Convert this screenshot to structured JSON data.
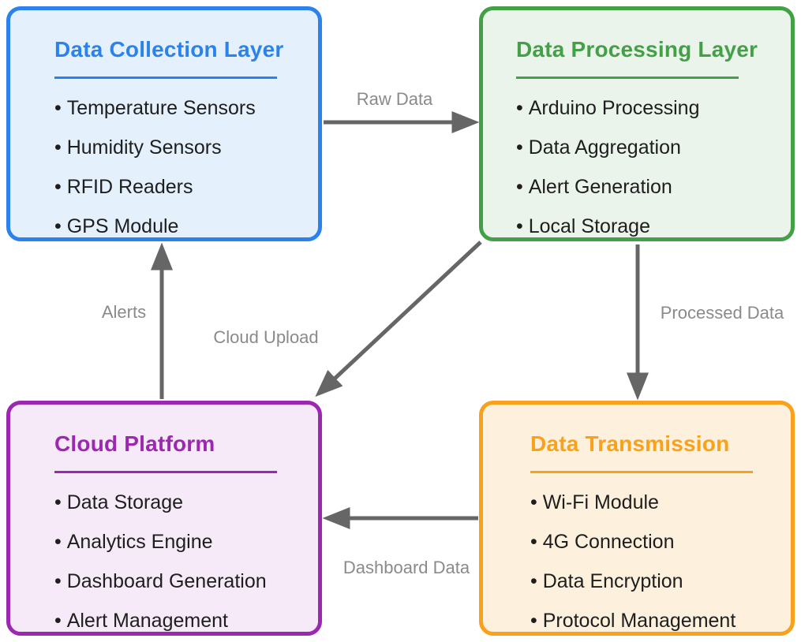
{
  "diagram": {
    "boxes": [
      {
        "title": "Data Collection Layer",
        "items": [
          "Temperature Sensors",
          "Humidity Sensors",
          "RFID Readers",
          "GPS Module"
        ],
        "accent": "#2C82EC",
        "bg": "#E4F0FC"
      },
      {
        "title": "Data Processing Layer",
        "items": [
          "Arduino Processing",
          "Data Aggregation",
          "Alert Generation",
          "Local Storage"
        ],
        "accent": "#43A047",
        "bg": "#EAF4EB"
      },
      {
        "title": "Cloud Platform",
        "items": [
          "Data Storage",
          "Analytics Engine",
          "Dashboard Generation",
          "Alert Management"
        ],
        "accent": "#9C27B0",
        "bg": "#F6E9F8"
      },
      {
        "title": "Data Transmission",
        "items": [
          "Wi-Fi Module",
          "4G Connection",
          "Data Encryption",
          "Protocol Management"
        ],
        "accent": "#F9A11B",
        "bg": "#FDF0DC"
      }
    ],
    "flows": [
      {
        "label": "Raw Data",
        "from": "Data Collection Layer",
        "to": "Data Processing Layer"
      },
      {
        "label": "Processed Data",
        "from": "Data Processing Layer",
        "to": "Data Transmission"
      },
      {
        "label": "Dashboard Data",
        "from": "Data Transmission",
        "to": "Cloud Platform"
      },
      {
        "label": "Cloud Upload",
        "from": "Data Processing Layer",
        "to": "Cloud Platform"
      },
      {
        "label": "Alerts",
        "from": "Cloud Platform",
        "to": "Data Collection Layer"
      }
    ],
    "colors": {
      "arrow": "#666666",
      "flow_label": "#8A8A8A",
      "item_text": "#1E1E1E"
    }
  }
}
